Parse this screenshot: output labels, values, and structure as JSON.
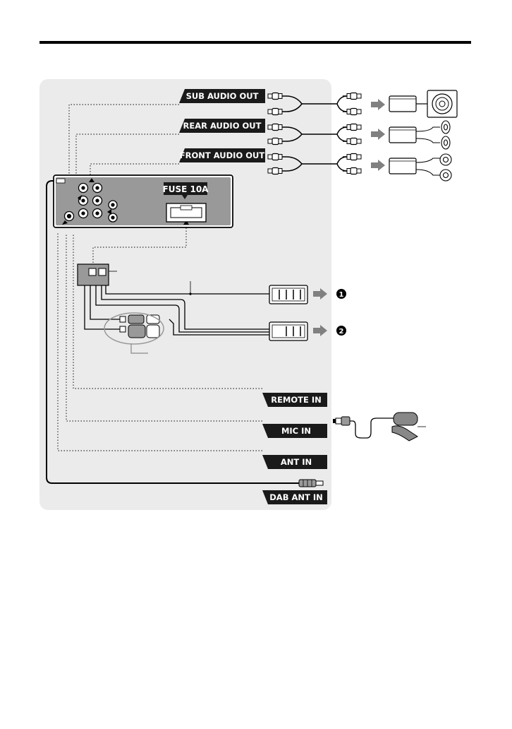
{
  "labels": {
    "sub_audio_out": "SUB AUDIO OUT",
    "rear_audio_out": "REAR AUDIO OUT",
    "front_audio_out": "FRONT AUDIO OUT",
    "fuse": "FUSE 10A",
    "remote_in": "REMOTE IN",
    "mic_in": "MIC IN",
    "ant_in": "ANT IN",
    "dab_ant_in": "DAB ANT IN"
  },
  "callouts": {
    "one": "1",
    "two": "2"
  },
  "colors": {
    "panel": "#ebebeb",
    "label_bg": "#1a1a1a",
    "arrow": "#808080",
    "line": "#000000"
  }
}
